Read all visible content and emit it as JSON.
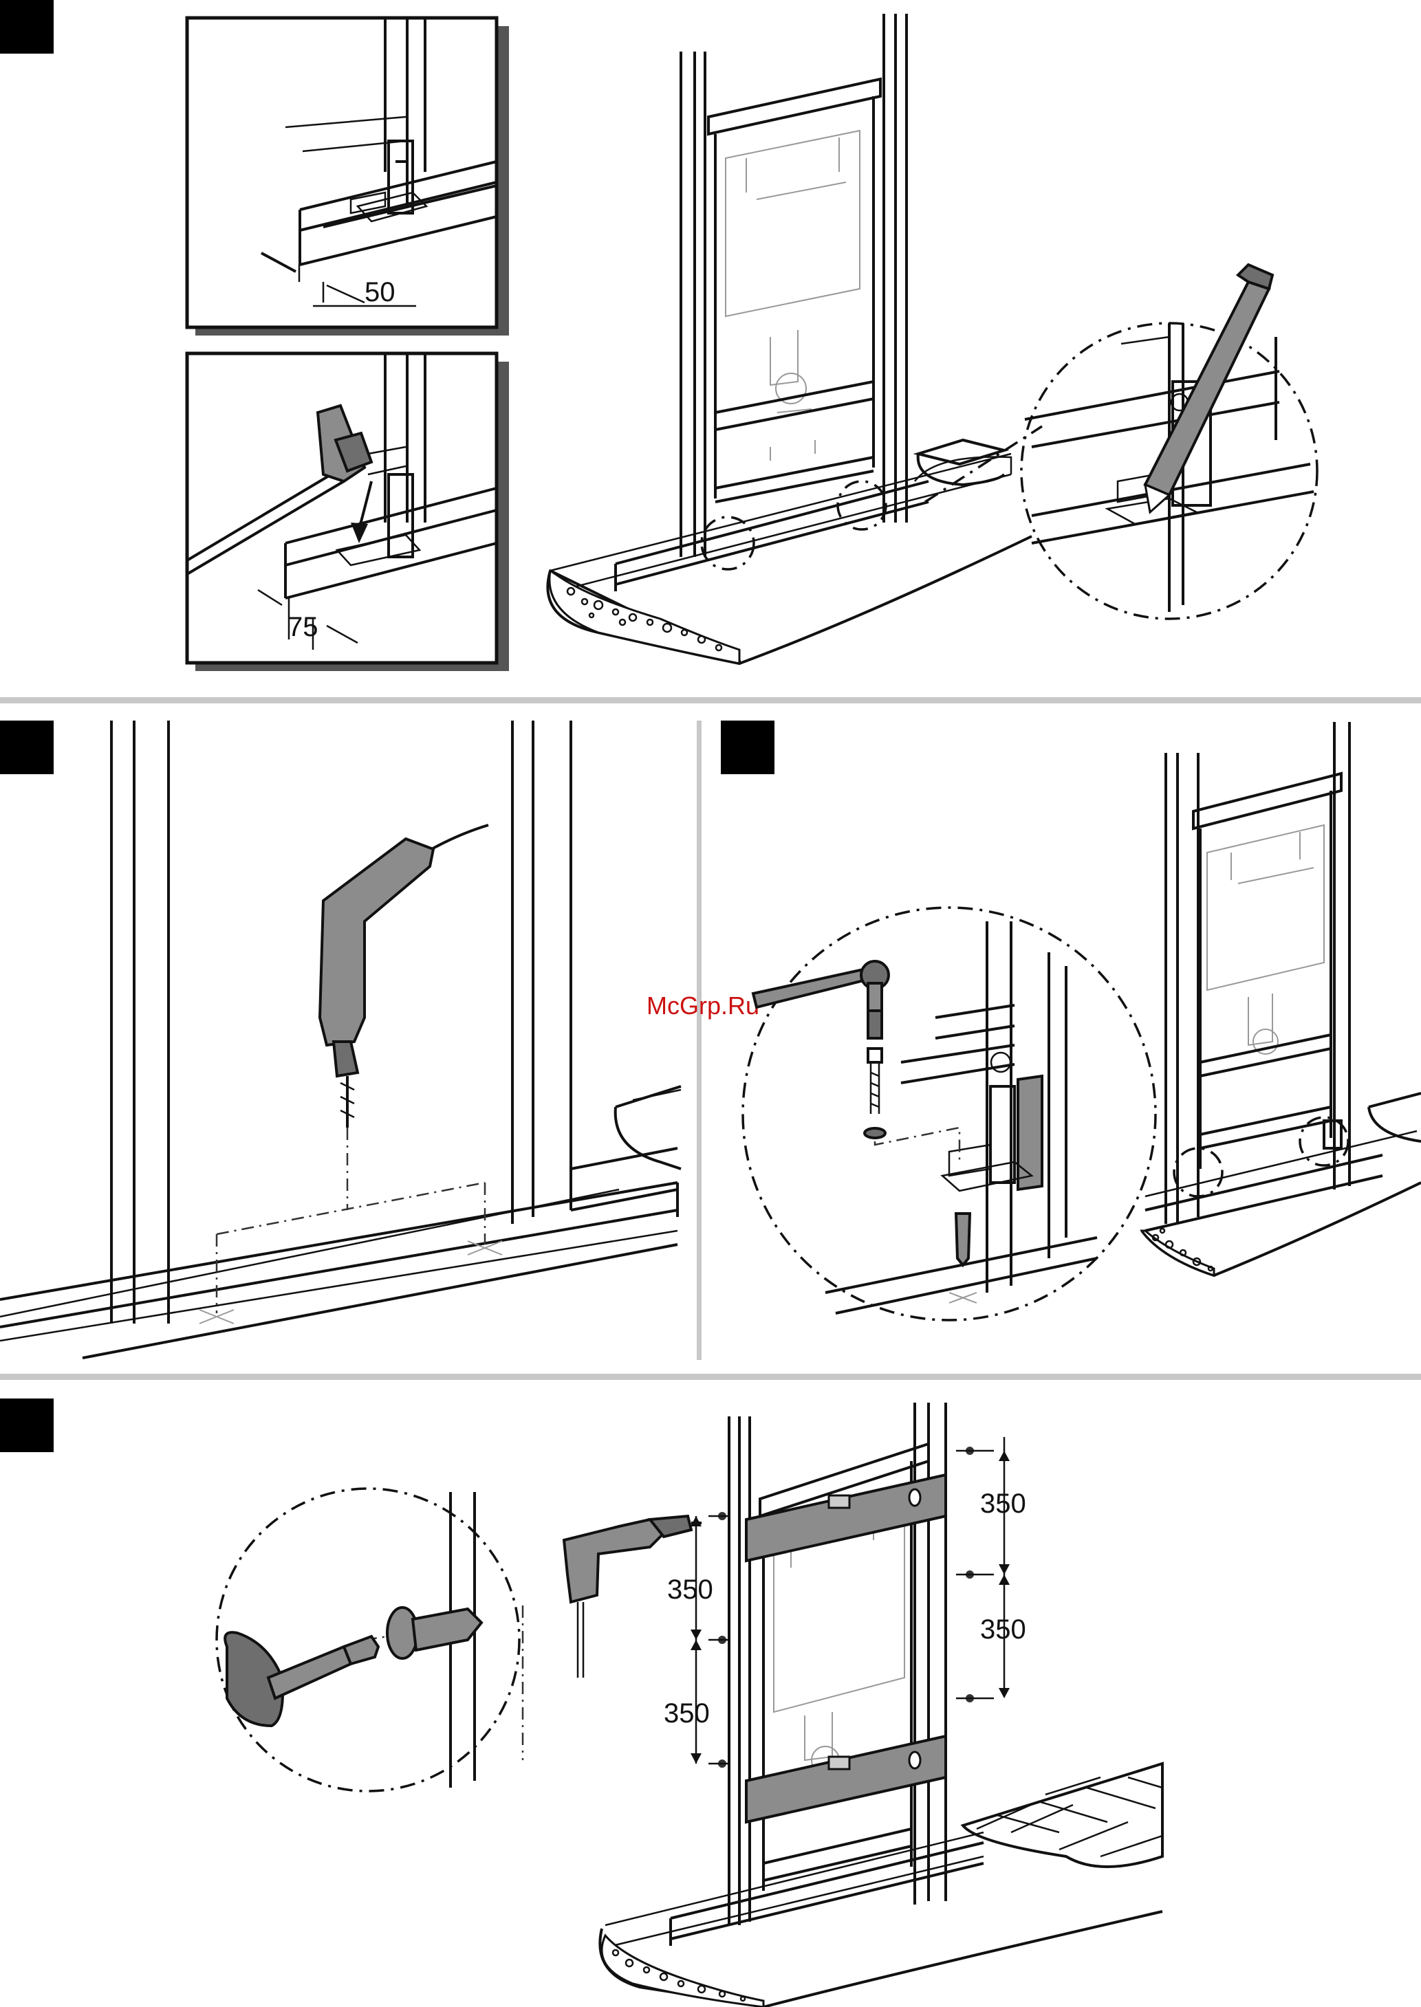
{
  "watermark": "McGrp.Ru",
  "dimensions": {
    "step1_inset_top": "50",
    "step1_inset_bottom": "75",
    "step4_upper_left": "350",
    "step4_lower_left": "350",
    "step4_upper_right": "350",
    "step4_lower_right": "350"
  },
  "colors": {
    "step_marker": "#000000",
    "separator": "#c8c8c8",
    "tool_fill": "#8c8c8c",
    "watermark": "#cc1111"
  },
  "icons": [
    "pencil-icon",
    "hammer-icon",
    "drill-icon",
    "ratchet-wrench-icon",
    "screwdriver-icon",
    "spirit-level-icon",
    "dowel-icon",
    "screw-icon"
  ]
}
